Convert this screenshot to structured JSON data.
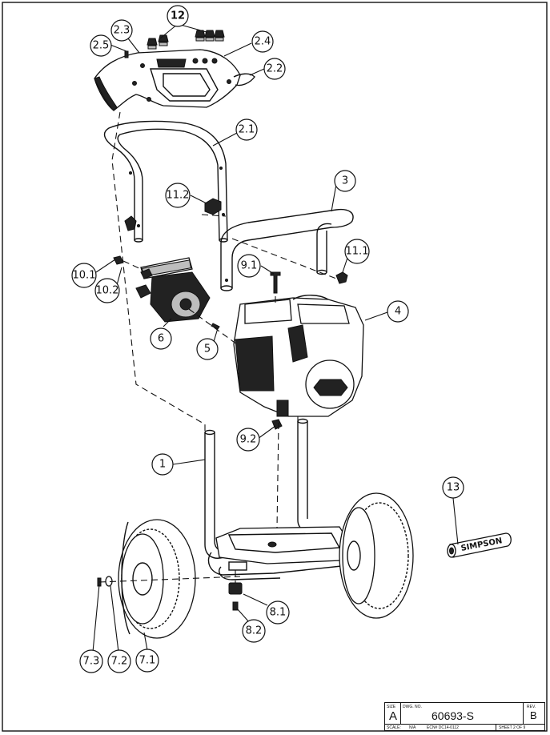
{
  "callouts": [
    {
      "label": "12"
    },
    {
      "label": "2.3"
    },
    {
      "label": "2.5"
    },
    {
      "label": "2.4"
    },
    {
      "label": "2.2"
    },
    {
      "label": "2.1"
    },
    {
      "label": "11.2"
    },
    {
      "label": "3"
    },
    {
      "label": "11.1"
    },
    {
      "label": "9.1"
    },
    {
      "label": "10.1"
    },
    {
      "label": "10.2"
    },
    {
      "label": "4"
    },
    {
      "label": "6"
    },
    {
      "label": "5"
    },
    {
      "label": "9.2"
    },
    {
      "label": "1"
    },
    {
      "label": "13"
    },
    {
      "label": "8.1"
    },
    {
      "label": "8.2"
    },
    {
      "label": "7.3"
    },
    {
      "label": "7.2"
    },
    {
      "label": "7.1"
    }
  ],
  "brand_decal": "SIMPSON",
  "title_block": {
    "size_label": "SIZE",
    "size_value": "A",
    "dwg_no_label": "DWG. NO.",
    "dwg_no_value": "60693-S",
    "rev_label": "REV.",
    "rev_value": "B",
    "scale_label": "SCALE:",
    "scale_value": "N/A",
    "ecn": "ECN# DC14-0112",
    "sheet": "SHEET 2 OF 9"
  }
}
